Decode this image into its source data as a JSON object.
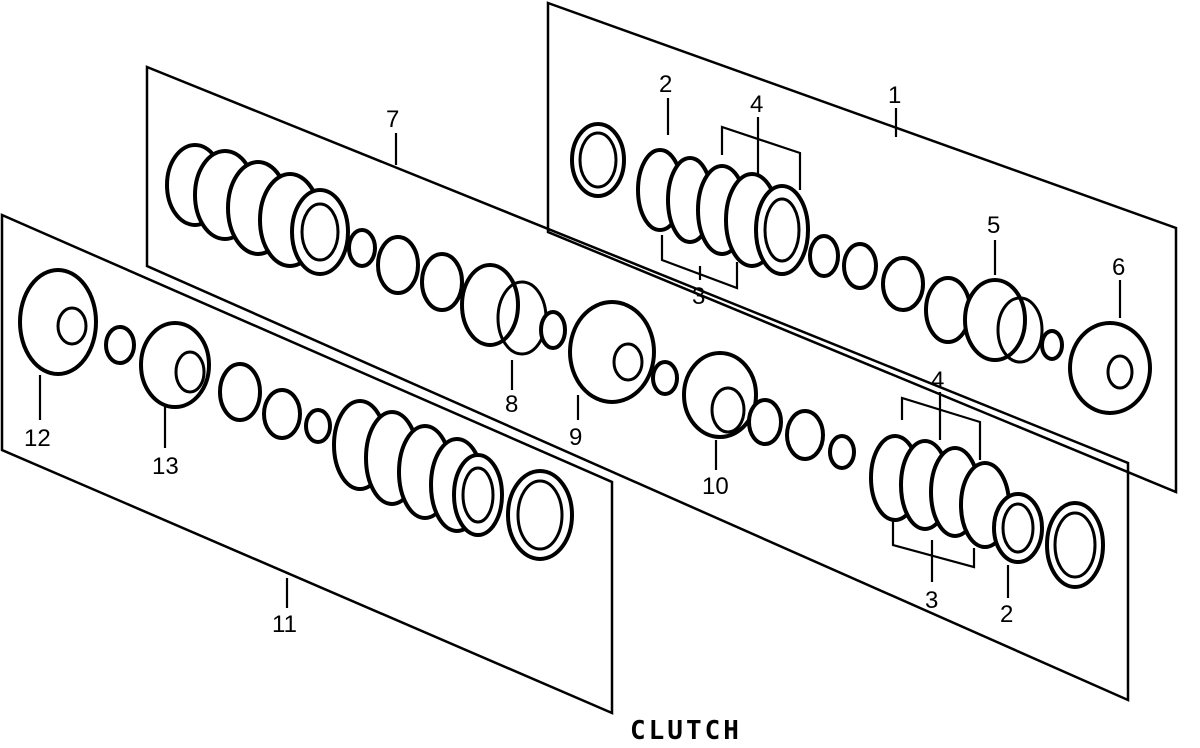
{
  "caption": "CLUTCH",
  "callouts": {
    "c1": "1",
    "c2a": "2",
    "c2b": "2",
    "c3a": "3",
    "c3b": "3",
    "c4a": "4",
    "c4b": "4",
    "c5": "5",
    "c6": "6",
    "c7": "7",
    "c8": "8",
    "c9": "9",
    "c10": "10",
    "c11": "11",
    "c12": "12",
    "c13": "13"
  }
}
